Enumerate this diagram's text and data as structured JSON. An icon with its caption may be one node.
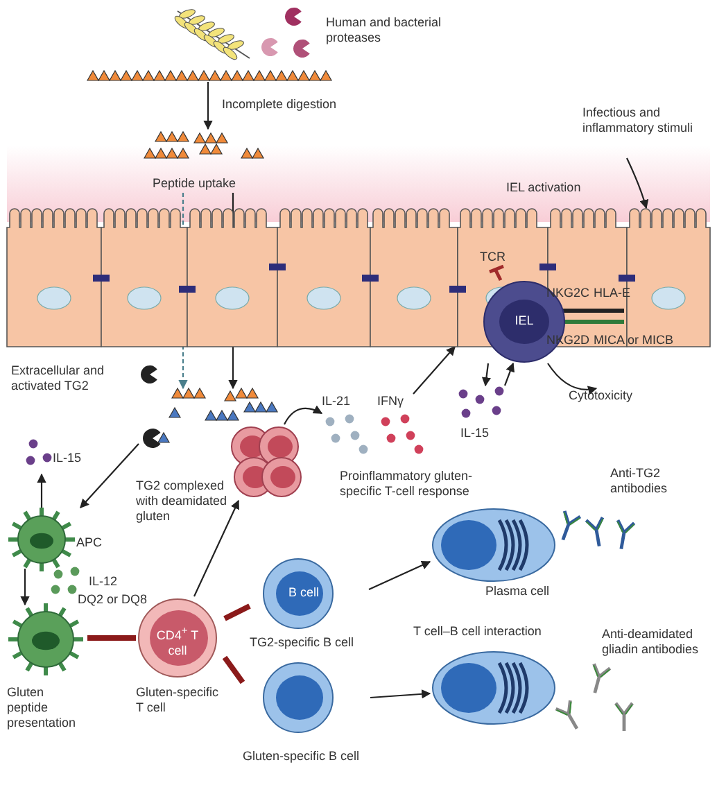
{
  "diagram": {
    "nodes": [
      {
        "text": [],
        "shape": "picture"
      },
      {
        "text": [],
        "shape": "picture",
        "beside": [
          "Peptide uptake"
        ]
      },
      {
        "text": [],
        "shape": "picture"
      },
      {
        "text": [
          "IEL"
        ],
        "in": 2
      },
      {
        "text": [
          "Infectious and inflammatory stimuli"
        ]
      },
      {
        "text": [],
        "shape": "picture"
      },
      {
        "text": [],
        "shape": "picture"
      },
      {
        "text": [
          "IL-15"
        ]
      },
      {
        "text": [
          "APC"
        ]
      },
      {
        "text": [
          "Gluten peptide presentation"
        ]
      },
      {
        "text": [
          "CD4$^{+}$ T cell",
          "Gluten-specific T cell"
        ]
      },
      {
        "text": [],
        "shape": "picture"
      },
      {
        "text": [
          "IL-21"
        ]
      },
      {
        "text": [
          "IFNγ"
        ]
      },
      {
        "text": [
          "IL-15"
        ]
      },
      {
        "text": [
          "Cytotoxicity"
        ]
      },
      {
        "text": [
          "B cell",
          "TG2-specific B cell"
        ]
      },
      {
        "text": [
          "Gluten-specific B cell"
        ]
      },
      {
        "text": [
          "Plasma cell"
        ]
      },
      {
        "text": [],
        "shape": "picture"
      }
    ],
    "edges": [
      {
        "from": 0,
        "to": 1,
        "arrow": "to",
        "label": "Incomplete digestion"
      },
      {
        "from": 1,
        "to": 5,
        "arrow": "to",
        "style": "dashed",
        "color": "#4a7f8c"
      },
      {
        "from": 1,
        "to": 5,
        "arrow": "to"
      },
      {
        "from": 4,
        "to": 2,
        "arrow": "to"
      },
      {
        "from": 6,
        "to": 8,
        "arrow": "to"
      },
      {
        "from": 8,
        "to": 7,
        "arrow": "to"
      },
      {
        "from": 8,
        "to": 9,
        "arrow": "to"
      },
      {
        "from": 9,
        "to": 10,
        "arrow": "none",
        "style": "thick",
        "color": "#8b1a1a"
      },
      {
        "from": 10,
        "to": 11,
        "arrow": "to"
      },
      {
        "from": 11,
        "to": 12,
        "arrow": "to"
      },
      {
        "from": 13,
        "to": 2,
        "arrow": "to"
      },
      {
        "from": 3,
        "to": 14,
        "arrow": "to"
      },
      {
        "from": 14,
        "to": 3,
        "arrow": "to"
      },
      {
        "from": 3,
        "to": 15,
        "arrow": "to"
      },
      {
        "from": 10,
        "to": 16,
        "arrow": "none",
        "style": "thick",
        "color": "#8b1a1a"
      },
      {
        "from": 10,
        "to": 17,
        "arrow": "none",
        "style": "thick",
        "color": "#8b1a1a"
      },
      {
        "from": 16,
        "to": 18,
        "arrow": "to"
      },
      {
        "from": 17,
        "to": 19,
        "arrow": "to"
      }
    ],
    "labels": [
      "Human and bacterial proteases",
      "IEL activation",
      "TCR",
      "NKG2C",
      "HLA-E",
      "NKG2D",
      "MICA or MICB",
      "Extracellular and activated TG2",
      "TG2 complexed with deamidated gluten",
      "IL-12",
      "DQ2 or DQ8",
      "Proinflammatory gluten-specific T-cell response",
      "T cell–B cell interaction",
      "Anti-TG2 antibodies",
      "Anti-deamidated gliadin antibodies"
    ]
  }
}
